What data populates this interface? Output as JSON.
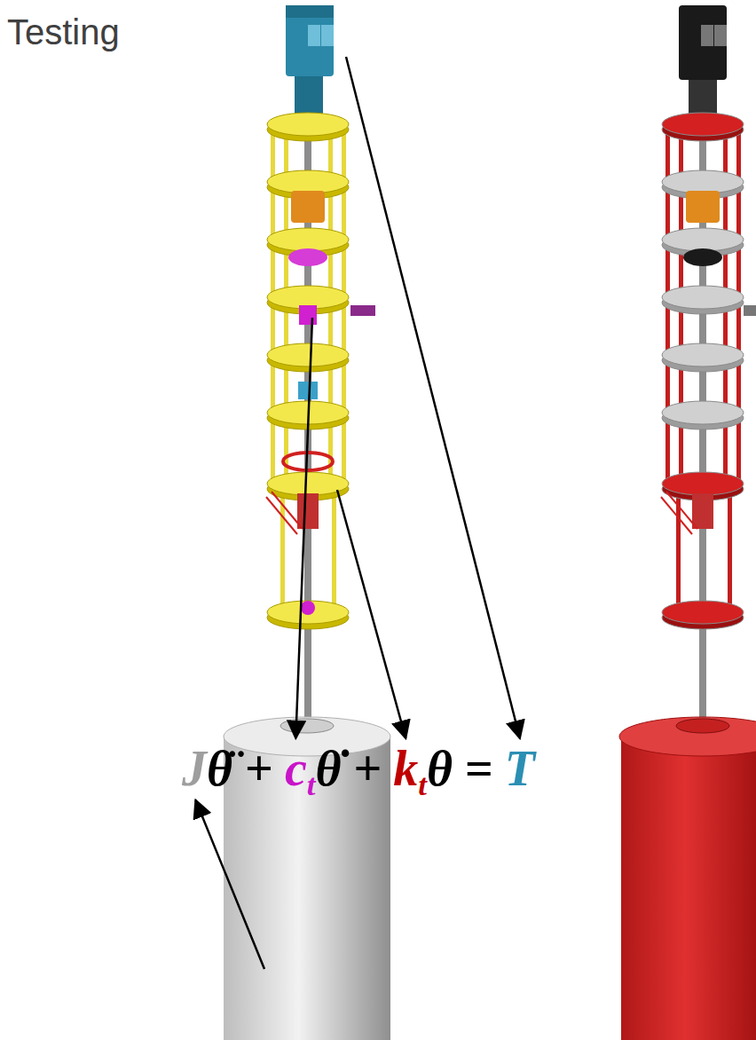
{
  "diagram": {
    "labels": [
      "Testing",
      "J",
      "θ̈",
      "+",
      "c",
      "t",
      "θ̇",
      "+",
      "k",
      "t",
      "θ",
      "=",
      "T"
    ]
  }
}
